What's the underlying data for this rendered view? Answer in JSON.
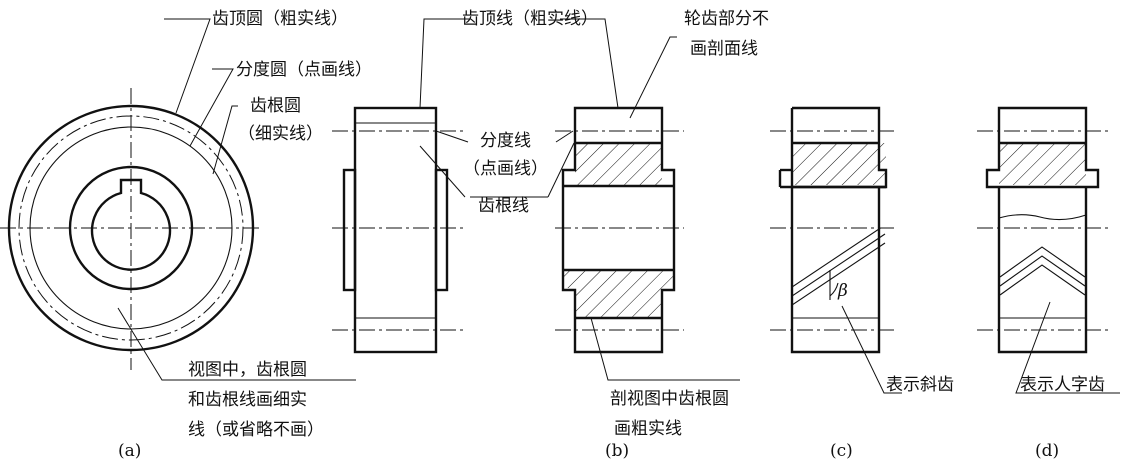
{
  "labels": {
    "tip_circle": "齿顶圆（粗实线）",
    "pitch_circle": "分度圆（点画线）",
    "root_circle_1": "齿根圆",
    "root_circle_2": "（细实线）",
    "tip_line": "齿顶线（粗实线）",
    "no_hatch_1": "轮齿部分不",
    "no_hatch_2": "画剖面线",
    "pitch_line_1": "分度线",
    "pitch_line_2": "（点画线）",
    "root_line": "齿根线",
    "note_view_1": "视图中，齿根圆",
    "note_view_2": "和齿根线画细实",
    "note_view_3": "线（或省略不画）",
    "note_section_1": "剖视图中齿根圆",
    "note_section_2": "画粗实线",
    "helical": "表示斜齿",
    "herringbone": "表示人字齿",
    "beta": "β"
  },
  "captions": {
    "a": "(a)",
    "b": "(b)",
    "c": "(c)",
    "d": "(d)"
  }
}
